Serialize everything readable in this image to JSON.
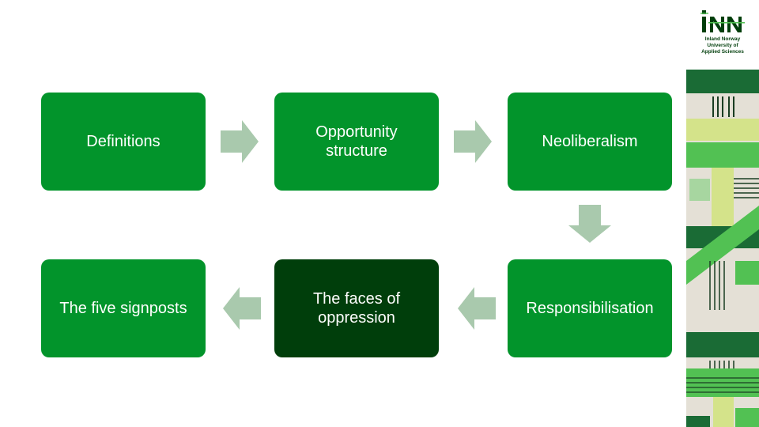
{
  "boxes": {
    "definitions": "Definitions",
    "opportunity_structure": "Opportunity structure",
    "neoliberalism": "Neoliberalism",
    "five_signposts": "The five signposts",
    "faces_of_oppression": "The faces of oppression",
    "responsibilisation": "Responsibilisation"
  },
  "logo": {
    "mark": "iNN",
    "line1": "Inland Norway",
    "line2": "University of",
    "line3": "Applied Sciences"
  },
  "colors": {
    "box_green": "#02942b",
    "box_dark_green": "#003e0b",
    "arrow_green": "#a9c9ad",
    "sidebar_dark": "#1a6b35",
    "sidebar_mid": "#52c153",
    "sidebar_light": "#d4e38a"
  }
}
